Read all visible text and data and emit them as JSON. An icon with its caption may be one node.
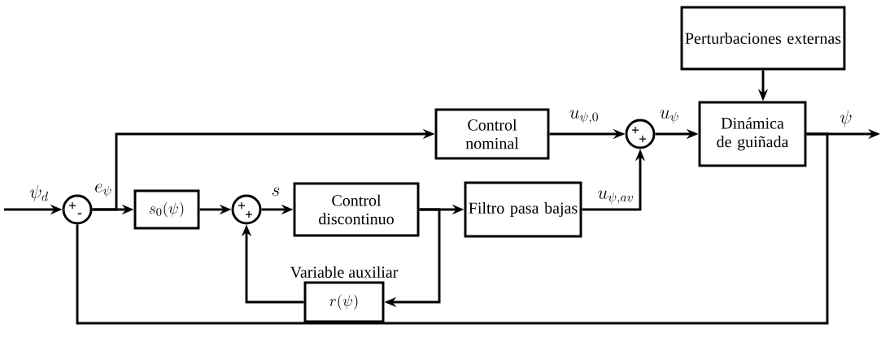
{
  "diagram": {
    "nodes": [
      {
        "text": [
          "+",
          "-"
        ]
      },
      {
        "text": [
          "s_0(\\psi)"
        ]
      },
      {
        "text": [
          "+",
          "+"
        ]
      },
      {
        "text": [
          "Control discontinuo"
        ]
      },
      {
        "text": [
          "Filtro pasa bajas"
        ]
      },
      {
        "text": [
          "r(\\psi)"
        ],
        "beside": [
          "Variable auxiliar"
        ]
      },
      {
        "text": [
          "Control nominal"
        ]
      },
      {
        "text": [
          "+",
          "+"
        ]
      },
      {
        "text": [
          "Dinámica de guiñada"
        ]
      },
      {
        "text": [
          "Perturbaciones externas"
        ]
      }
    ],
    "edges": [
      {
        "from": null,
        "to": 0,
        "arrow": "to",
        "label": "\\psi_d"
      },
      {
        "from": 0,
        "to": 1,
        "arrow": "to",
        "label": "e_\\psi"
      },
      {
        "from": 0,
        "to": 6,
        "arrow": "to"
      },
      {
        "from": 1,
        "to": 2,
        "arrow": "to"
      },
      {
        "from": 2,
        "to": 3,
        "arrow": "to",
        "label": "s"
      },
      {
        "from": 3,
        "to": 4,
        "arrow": "to"
      },
      {
        "from": 3,
        "to": 5,
        "arrow": "to"
      },
      {
        "from": 5,
        "to": 2,
        "arrow": "to"
      },
      {
        "from": 6,
        "to": 7,
        "arrow": "to",
        "label": "u_{\\psi,0}"
      },
      {
        "from": 4,
        "to": 7,
        "arrow": "to",
        "label": "u_{\\psi,av}"
      },
      {
        "from": 7,
        "to": 8,
        "arrow": "to",
        "label": "u_\\psi"
      },
      {
        "from": 9,
        "to": 8,
        "arrow": "to"
      },
      {
        "from": 8,
        "to": null,
        "arrow": "to",
        "label": "\\psi"
      },
      {
        "from": 8,
        "to": 0,
        "arrow": "none"
      }
    ]
  }
}
